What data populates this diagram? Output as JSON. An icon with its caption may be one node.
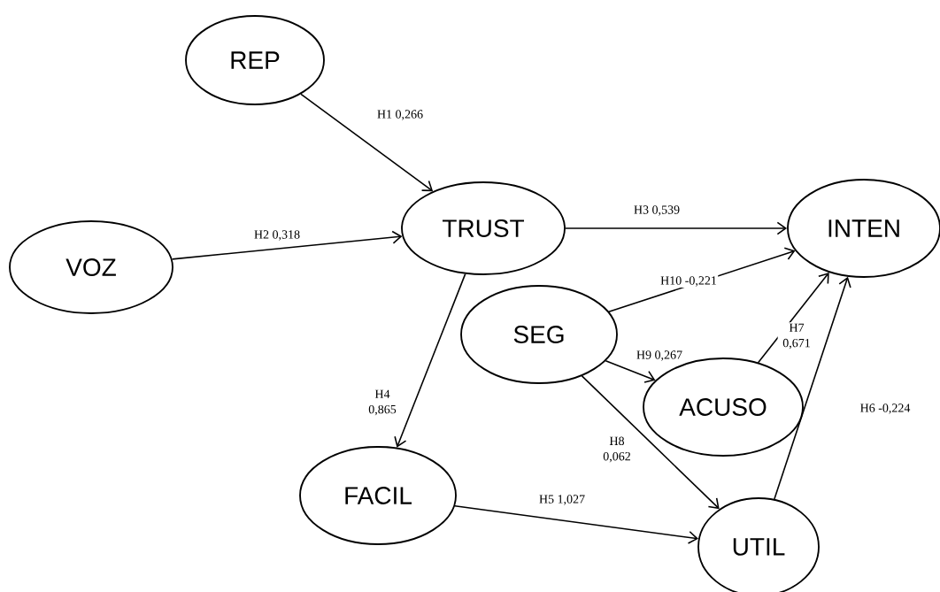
{
  "diagram": {
    "nodes": [
      {
        "text": [
          "REP"
        ]
      },
      {
        "text": [
          "VOZ"
        ]
      },
      {
        "text": [
          "TRUST"
        ]
      },
      {
        "text": [
          "INTEN"
        ]
      },
      {
        "text": [
          "SEG"
        ]
      },
      {
        "text": [
          "ACUSO"
        ]
      },
      {
        "text": [
          "FACIL"
        ]
      },
      {
        "text": [
          "UTIL"
        ]
      }
    ],
    "edges": [
      {
        "from": 0,
        "to": 2,
        "arrow": "to",
        "label": "H1 0,266"
      },
      {
        "from": 1,
        "to": 2,
        "arrow": "to",
        "label": "H2 0,318"
      },
      {
        "from": 2,
        "to": 3,
        "arrow": "to",
        "label": "H3 0,539"
      },
      {
        "from": 2,
        "to": 6,
        "arrow": "to",
        "label": "H4 0,865"
      },
      {
        "from": 4,
        "to": 3,
        "arrow": "to",
        "label": "H10 -0,221"
      },
      {
        "from": 4,
        "to": 5,
        "arrow": "to",
        "label": "H9 0,267"
      },
      {
        "from": 5,
        "to": 3,
        "arrow": "to",
        "label": "H7 0,671"
      },
      {
        "from": 4,
        "to": 7,
        "arrow": "to",
        "label": "H8 0,062"
      },
      {
        "from": 6,
        "to": 7,
        "arrow": "to",
        "label": "H5 1,027"
      },
      {
        "from": 7,
        "to": 3,
        "arrow": "to",
        "label": "H6 -0,224"
      }
    ]
  }
}
